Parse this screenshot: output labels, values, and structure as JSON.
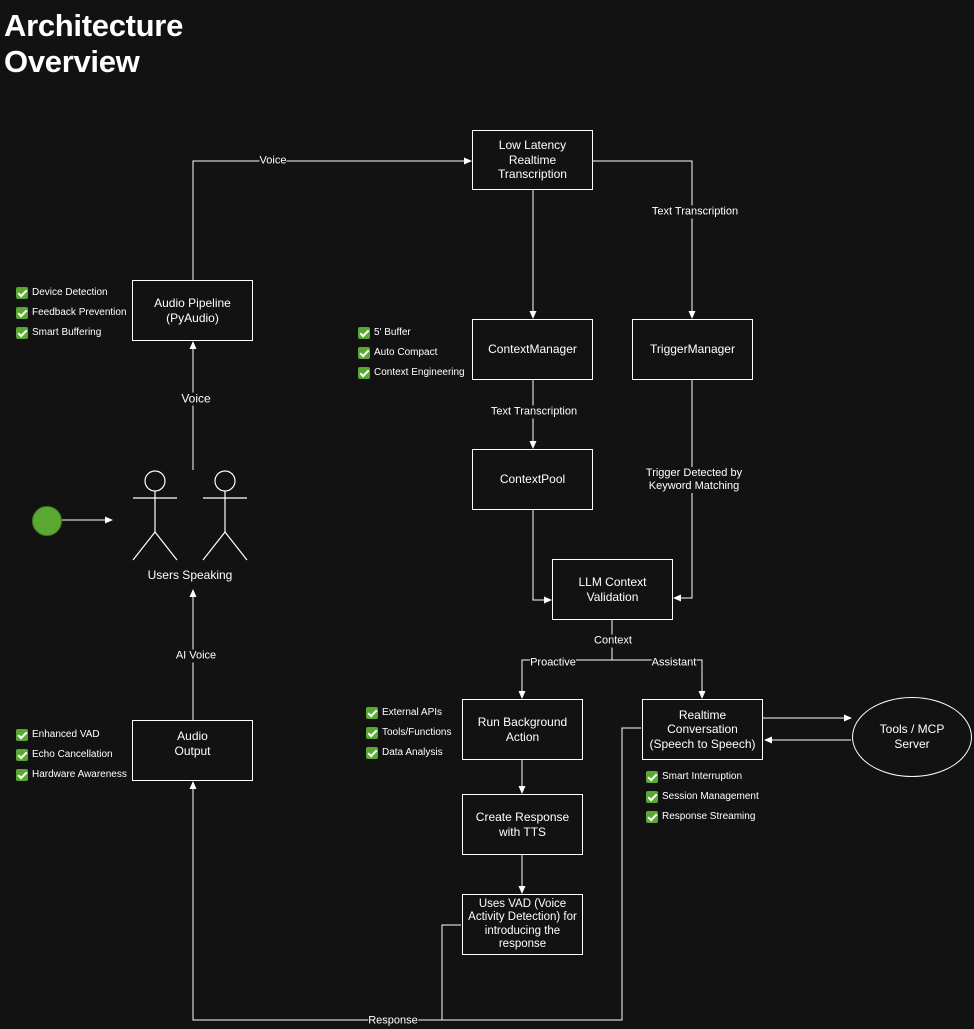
{
  "title": [
    "Architecture",
    "Overview"
  ],
  "nodes": {
    "transcription": "Low Latency Realtime Transcription",
    "audio_pipeline": "Audio Pipeline (PyAudio)",
    "context_manager": "ContextManager",
    "trigger_manager": "TriggerManager",
    "context_pool": "ContextPool",
    "llm_validation": "LLM Context Validation",
    "background_action": "Run Background Action",
    "realtime_conversation": "Realtime Conversation (Speech to Speech)",
    "tools_server": "Tools / MCP Server",
    "create_response": "Create Response with TTS",
    "uses_vad": "Uses VAD (Voice Activity Detection) for introducing the response",
    "audio_output": "Audio Output",
    "users_speaking": "Users Speaking"
  },
  "edges": {
    "voice_top": "Voice",
    "text_transcription_right": "Text Transcription",
    "voice_pipeline": "Voice",
    "text_transcription_mid": "Text Transcription",
    "trigger_detected": "Trigger Detected by Keyword Matching",
    "context": "Context",
    "proactive": "Proactive",
    "assistant": "Assistant",
    "ai_voice": "AI Voice",
    "response": "Response"
  },
  "features": {
    "audio_pipeline": [
      "Device Detection",
      "Feedback Prevention",
      "Smart Buffering"
    ],
    "context_manager": [
      "5' Buffer",
      "Auto Compact",
      "Context Engineering"
    ],
    "background_action": [
      "External APIs",
      "Tools/Functions",
      "Data Analysis"
    ],
    "realtime_conversation": [
      "Smart Interruption",
      "Session Management",
      "Response Streaming"
    ],
    "audio_output": [
      "Enhanced VAD",
      "Echo Cancellation",
      "Hardware Awareness"
    ]
  },
  "colors": {
    "background": "#121212",
    "stroke": "#ffffff",
    "accent": "#5aa832"
  }
}
